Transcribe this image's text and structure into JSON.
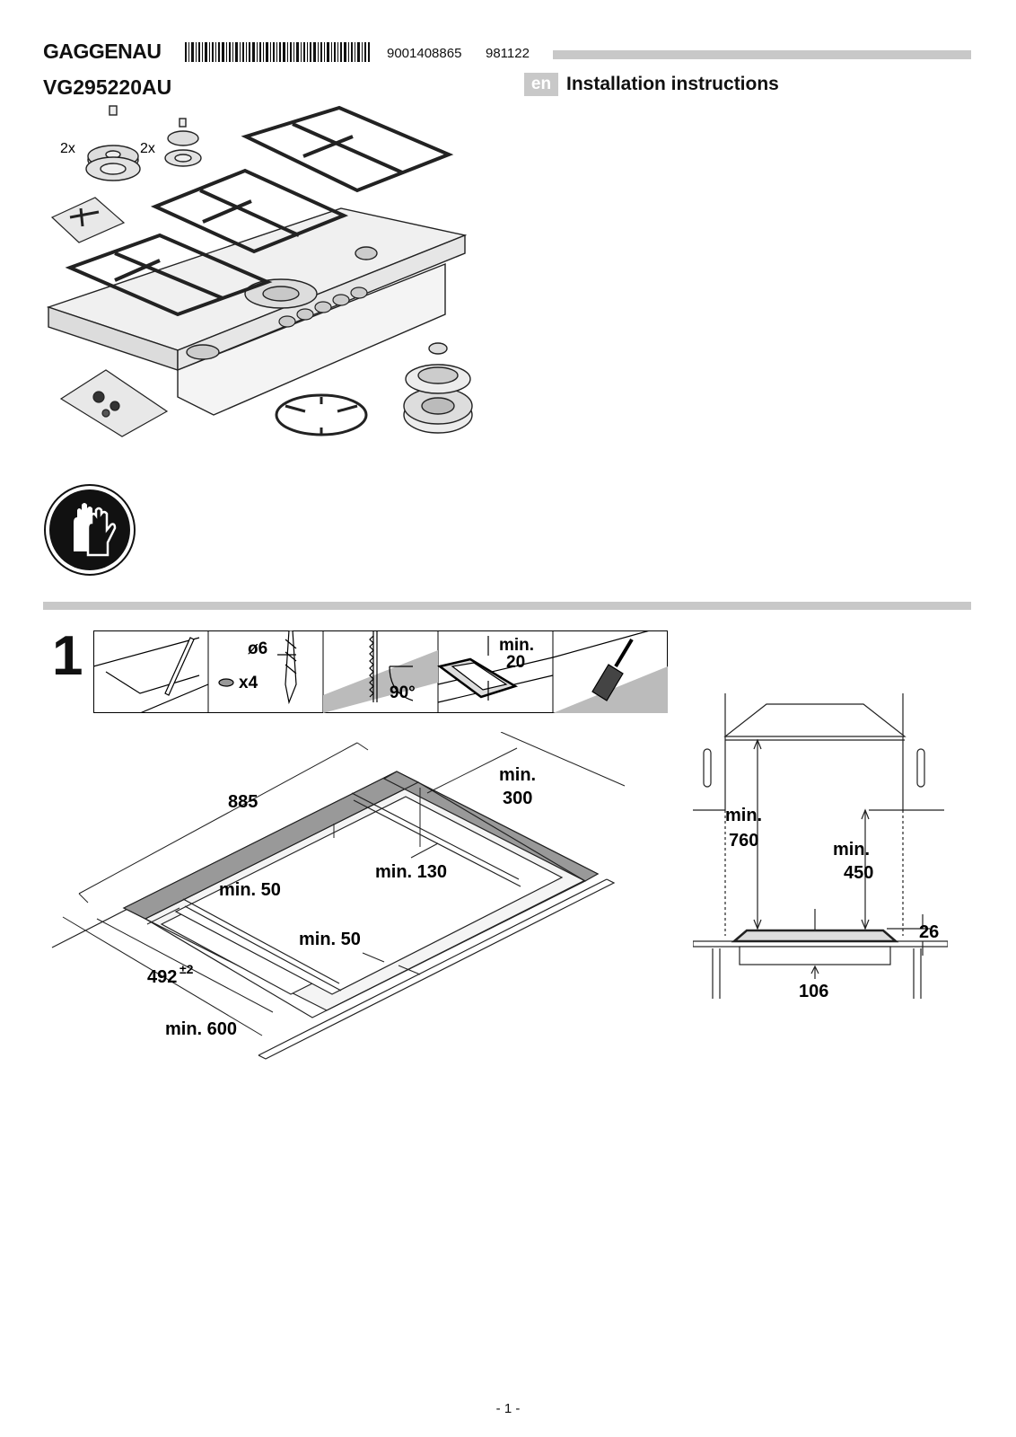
{
  "header": {
    "brand": "GAGGENAU",
    "code1": "9001408865",
    "code2": "981122",
    "model": "VG295220AU",
    "lang": "en",
    "title": "Installation instructions"
  },
  "parts": {
    "qty_a": "2x",
    "qty_b": "2x"
  },
  "step": {
    "number": "1",
    "drill": "ø6",
    "screws": "x4",
    "angle": "90°",
    "min_label": "min.",
    "min_value": "20"
  },
  "cutout": {
    "width": "885",
    "back": "min.",
    "back_value": "300",
    "front": "min. 50",
    "rear": "min. 130",
    "side": "min. 50",
    "depth": "492",
    "tolerance": "±2",
    "worktop": "min. 600"
  },
  "side": {
    "hood_min": "min.",
    "hood_value": "760",
    "cab_min": "min.",
    "cab_value": "450",
    "height": "26",
    "below": "106"
  },
  "footer": {
    "page": "- 1 -"
  }
}
